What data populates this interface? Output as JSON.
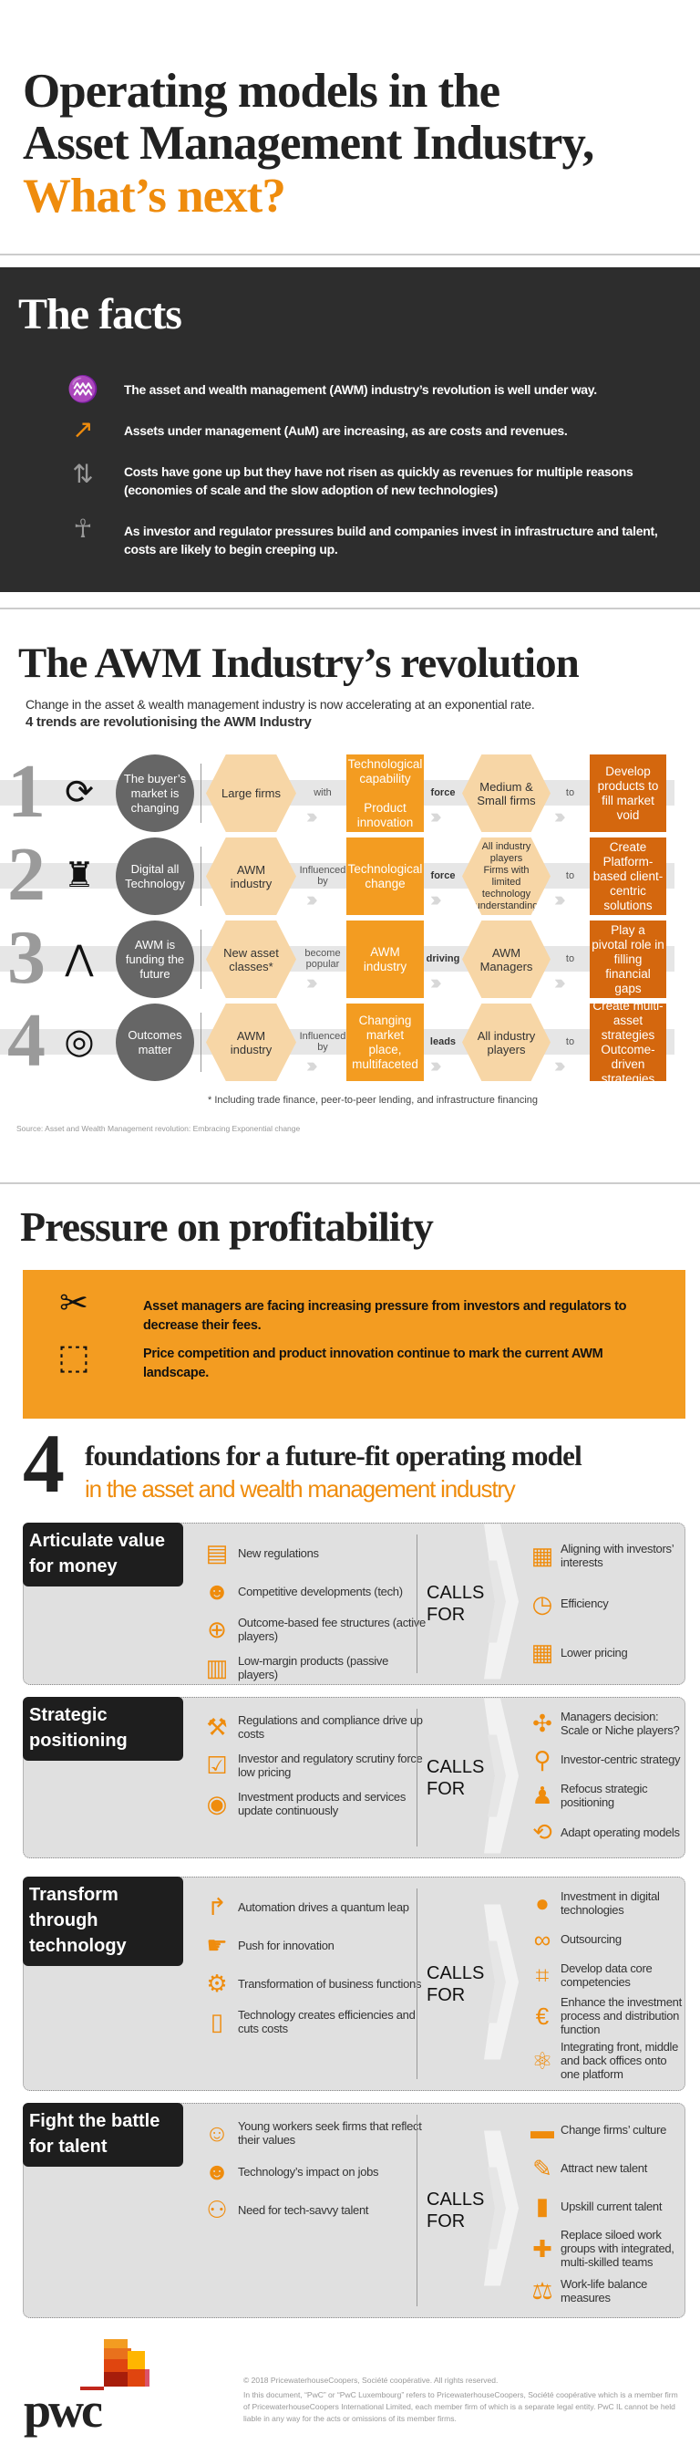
{
  "colors": {
    "accent": "#f39c21",
    "dark_orange": "#d4670e",
    "hex_light": "#f7d6a6",
    "panel_dark": "#2d2d2d",
    "circle_gray": "#666666"
  },
  "header": {
    "line1": "Operating models in the",
    "line2": "Asset Management Industry,",
    "line3": "What’s next?"
  },
  "facts": {
    "title": "The facts",
    "items": [
      {
        "icon": "wave-icon",
        "text": "The asset and wealth management (AWM) industry’s revolution is well under way."
      },
      {
        "icon": "euro-growth-icon",
        "text": "Assets under management (AuM) are increasing, as are costs and revenues."
      },
      {
        "icon": "euro-up-down-arrows-icon",
        "text": "Costs have gone up but they have not risen as quickly as revenues for multiple reasons (economies of scale and the slow adoption of new technologies)"
      },
      {
        "icon": "juggler-icon",
        "text": "As investor and regulator pressures build and companies invest in infrastructure and talent, costs are likely to begin creeping up."
      }
    ]
  },
  "revolution": {
    "title": "The AWM Industry’s revolution",
    "subtitle1": "Change in the asset & wealth management industry is now accelerating at an exponential rate.",
    "subtitle2": "4 trends are revolutionising the AWM Industry",
    "rows": [
      {
        "number": "1",
        "icon": "rotating-coins-icon",
        "theme": "The buyer’s market is changing",
        "actor": "Large firms",
        "link1": "with",
        "driver": "Technological capability\n\nProduct innovation",
        "verb": "force",
        "target": "Medium &\nSmall firms",
        "link2": "to",
        "outcome": "Develop products to fill market void"
      },
      {
        "number": "2",
        "icon": "robot-icon",
        "theme": "Digital all Technology",
        "actor": "AWM industry",
        "link1": "Influenced by",
        "driver": "Technological change",
        "verb": "force",
        "target": "All industry players\nFirms with limited technology understanding",
        "link2": "to",
        "outcome": "Create Platform-based client-centric solutions"
      },
      {
        "number": "3",
        "icon": "road-icon",
        "theme": "AWM is funding the future",
        "actor": "New asset classes*",
        "link1": "become popular",
        "driver": "AWM industry",
        "verb": "driving",
        "target": "AWM Managers",
        "link2": "to",
        "outcome": "Play a pivotal role in filling financial gaps"
      },
      {
        "number": "4",
        "icon": "target-icon",
        "theme": "Outcomes matter",
        "actor": "AWM industry",
        "link1": "Influenced by",
        "driver": "Changing market place, multifaceted",
        "verb": "leads",
        "target": "All industry players",
        "link2": "to",
        "outcome": "Create multi-asset strategies\nOutcome-driven strategies"
      }
    ],
    "footnote": "* Including trade finance, peer-to-peer lending, and infrastructure financing",
    "source": "Source: Asset and Wealth Management revolution: Embracing Exponential change"
  },
  "pressure": {
    "title": "Pressure on profitability",
    "items": [
      {
        "icon": "scissors-fee-icon",
        "text": "Asset managers are facing increasing pressure from investors and regulators to decrease their fees."
      },
      {
        "icon": "open-box-icon",
        "text": "Price competition and product innovation continue to mark the current AWM landscape."
      }
    ]
  },
  "foundations": {
    "number": "4",
    "title": "foundations for a future-fit operating model",
    "subtitle": "in the asset and wealth management industry",
    "calls_for": "CALLS FOR",
    "sections": [
      {
        "label": "Articulate value for money",
        "challenges": [
          {
            "icon": "regulation-doc-icon",
            "text": "New regulations"
          },
          {
            "icon": "robot-head-icon",
            "text": "Competitive developments (tech)"
          },
          {
            "icon": "crosshair-icon",
            "text": "Outcome-based fee structures (active players)"
          },
          {
            "icon": "chart-down-icon",
            "text": "Low-margin products (passive players)"
          }
        ],
        "actions": [
          {
            "icon": "flowchart-doc-icon",
            "text": "Aligning with investors’ interests"
          },
          {
            "icon": "clock-icon",
            "text": "Efficiency"
          },
          {
            "icon": "calculator-icon",
            "text": "Lower pricing"
          }
        ]
      },
      {
        "label": "Strategic positioning",
        "challenges": [
          {
            "icon": "gavel-icon",
            "text": "Regulations and compliance drive up costs"
          },
          {
            "icon": "clipboard-check-icon",
            "text": "Investor and regulatory scrutiny force low pricing"
          },
          {
            "icon": "coins-icon",
            "text": "Investment products and services update continuously"
          }
        ],
        "actions": [
          {
            "icon": "split-arrows-icon",
            "text": "Managers decision: Scale or Niche players?"
          },
          {
            "icon": "magnifier-icon",
            "text": "Investor-centric strategy"
          },
          {
            "icon": "chess-pawn-icon",
            "text": "Refocus strategic positioning"
          },
          {
            "icon": "cycle-people-icon",
            "text": "Adapt operating models"
          }
        ]
      },
      {
        "label": "Transform through technology",
        "challenges": [
          {
            "icon": "curved-arrow-icon",
            "text": "Automation drives a quantum leap"
          },
          {
            "icon": "pointing-hand-icon",
            "text": "Push for innovation"
          },
          {
            "icon": "gear-arrows-icon",
            "text": "Transformation of business functions"
          },
          {
            "icon": "phone-touch-icon",
            "text": "Technology creates efficiencies and cuts costs"
          }
        ],
        "actions": [
          {
            "icon": "piggy-bank-icon",
            "text": "Investment in digital technologies"
          },
          {
            "icon": "binoculars-icon",
            "text": "Outsourcing"
          },
          {
            "icon": "data-icon",
            "text": "Develop data core competencies"
          },
          {
            "icon": "euro-network-icon",
            "text": "Enhance the investment process and distribution function"
          },
          {
            "icon": "atom-icon",
            "text": "Integrating front, middle and back offices onto one platform"
          }
        ]
      },
      {
        "label": "Fight the battle for talent",
        "challenges": [
          {
            "icon": "head-icon",
            "text": "Young workers seek firms that reflect their values"
          },
          {
            "icon": "robot-head-icon",
            "text": "Technology’s impact on jobs"
          },
          {
            "icon": "people-icon",
            "text": "Need for tech-savvy talent"
          }
        ],
        "actions": [
          {
            "icon": "graduation-cap-icon",
            "text": "Change firms’ culture"
          },
          {
            "icon": "pen-icon",
            "text": "Attract new talent"
          },
          {
            "icon": "books-icon",
            "text": "Upskill current talent"
          },
          {
            "icon": "puzzle-icon",
            "text": "Replace siloed work groups with integrated, multi-skilled teams"
          },
          {
            "icon": "balance-scale-icon",
            "text": "Work-life balance measures"
          }
        ]
      }
    ]
  },
  "footer": {
    "logo_text": "pwc",
    "copyright": "© 2018 PricewaterhouseCoopers, Société coopérative. All rights reserved.",
    "disclaimer": "In this document, “PwC” or “PwC Luxembourg” refers to PricewaterhouseCoopers, Société coopérative which is a member firm of PricewaterhouseCoopers International Limited, each member firm of which is a separate legal entity. PwC IL cannot be held liable in any way for the acts or omissions of its member firms."
  }
}
